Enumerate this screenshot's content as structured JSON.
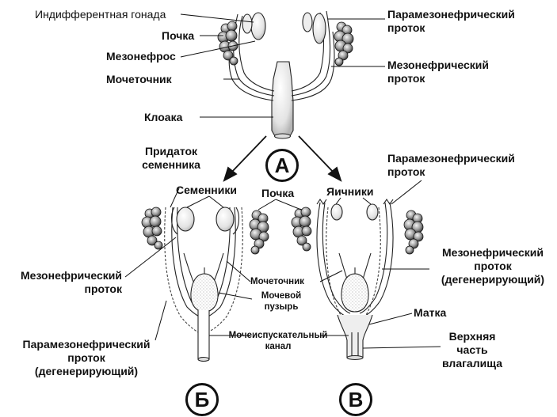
{
  "panels": {
    "a": "А",
    "b": "Б",
    "v": "В"
  },
  "labels": {
    "indifferent_gonad": "Индифферентная гонада",
    "kidney_top": "Почка",
    "mesonephros": "Мезонефрос",
    "ureter_top": "Мочеточник",
    "cloaca": "Клоака",
    "paramesonephric_top": [
      "Парамезонефрический",
      "проток"
    ],
    "mesonephric_top": [
      "Мезонефрический",
      "проток"
    ],
    "epididymis": [
      "Придаток",
      "семенника"
    ],
    "testes": "Семенники",
    "kidney_mid": "Почка",
    "paramesonephric_mid": [
      "Парамезонефрический",
      "проток"
    ],
    "ovaries": "Яичники",
    "mesonephric_left": [
      "Мезонефрический",
      "проток"
    ],
    "paramesonephric_degen": [
      "Парамезонефрический",
      "проток",
      "(дегенерирующий)"
    ],
    "ureter_mid": "Мочеточник",
    "bladder": [
      "Мочевой",
      "пузырь"
    ],
    "urethra": [
      "Мочеиспускательный",
      "канал"
    ],
    "mesonephric_degen": [
      "Мезонефрический",
      "проток",
      "(дегенерирующий)"
    ],
    "uterus": "Матка",
    "vagina_upper": [
      "Верхняя",
      "часть",
      "влагалища"
    ]
  }
}
